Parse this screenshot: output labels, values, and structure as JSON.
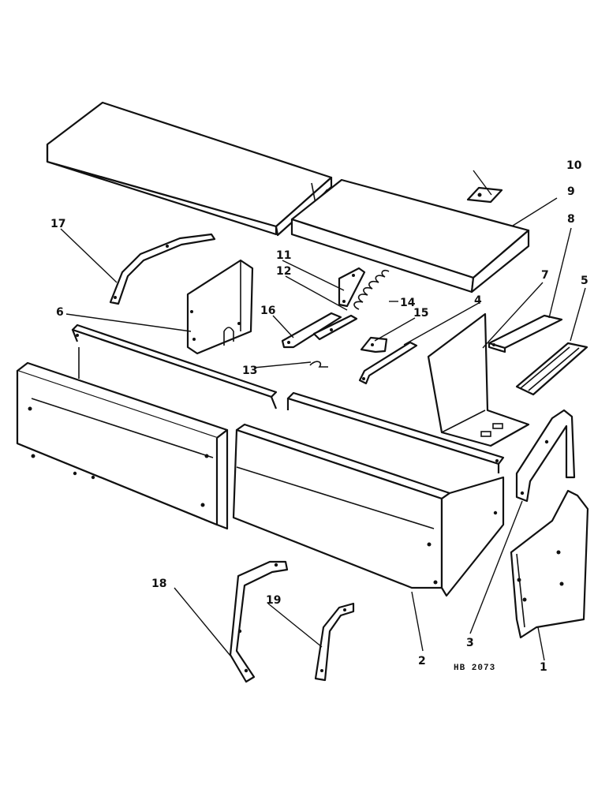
{
  "callouts": {
    "c1": "1",
    "c2": "2",
    "c3": "3",
    "c4": "4",
    "c5": "5",
    "c6": "6",
    "c7": "7",
    "c8": "8",
    "c9": "9",
    "c10": "10",
    "c11": "11",
    "c12": "12",
    "c13": "13",
    "c14": "14",
    "c15": "15",
    "c16": "16",
    "c17": "17",
    "c18": "18",
    "c19": "19"
  },
  "reference_code": "HB 2073"
}
